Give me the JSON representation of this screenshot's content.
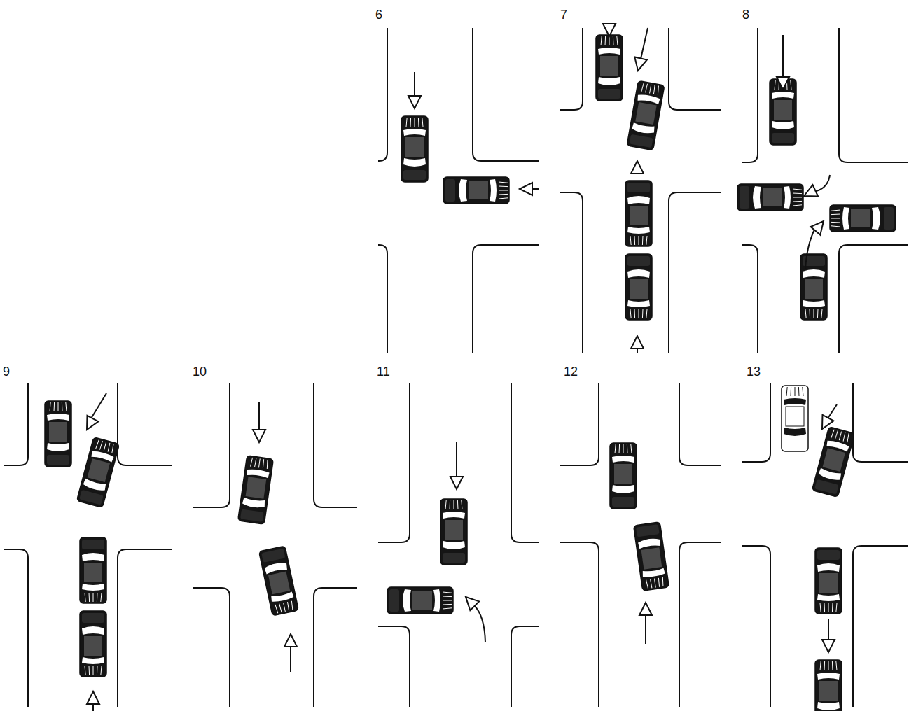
{
  "diagram": {
    "labels": [
      "6",
      "7",
      "8",
      "9",
      "10",
      "11",
      "12",
      "13"
    ]
  }
}
